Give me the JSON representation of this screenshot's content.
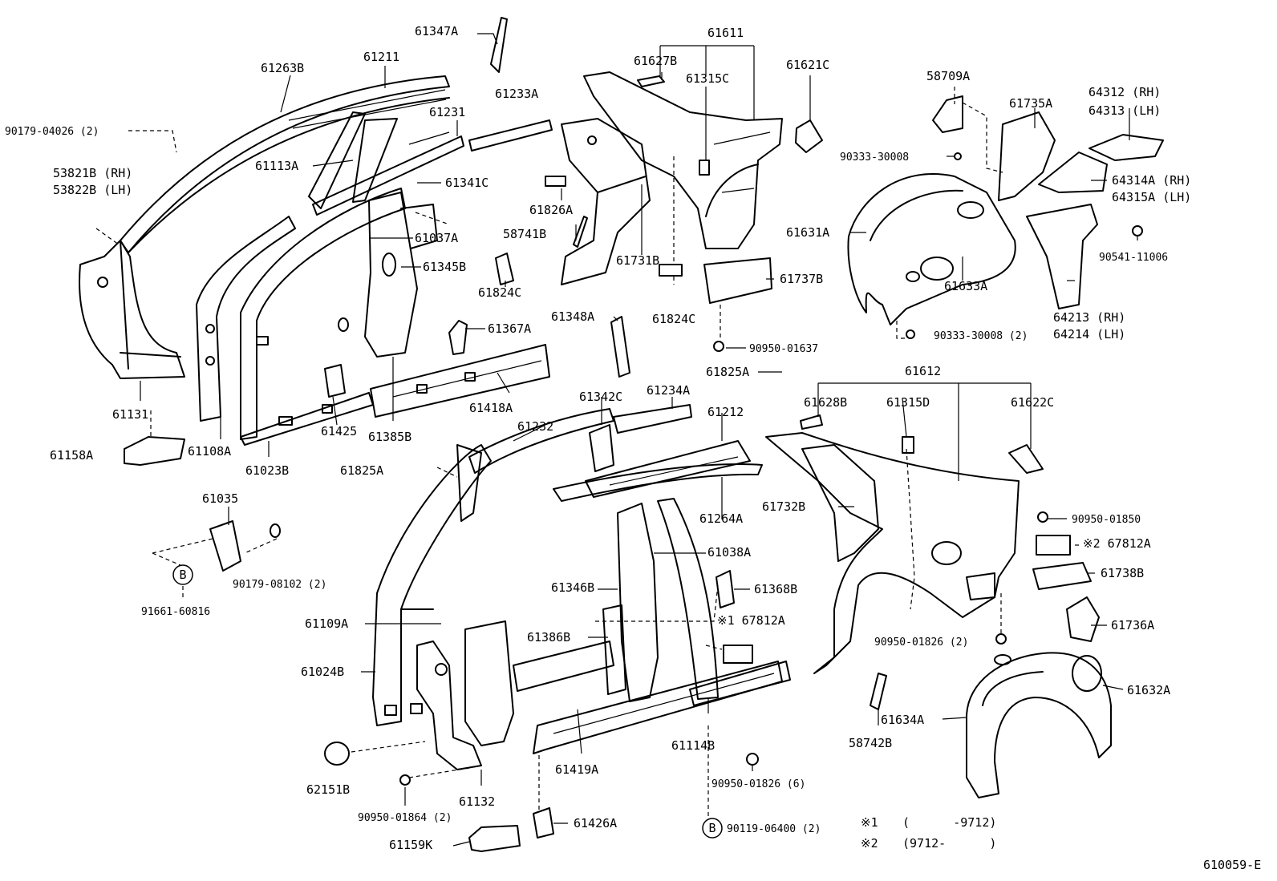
{
  "labels": [
    {
      "id": "l1",
      "text": "61347A"
    },
    {
      "id": "l2",
      "text": "61611"
    },
    {
      "id": "l3",
      "text": "61263B"
    },
    {
      "id": "l4",
      "text": "61211"
    },
    {
      "id": "l5",
      "text": "61627B"
    },
    {
      "id": "l6",
      "text": "61315C"
    },
    {
      "id": "l7",
      "text": "61621C"
    },
    {
      "id": "l8",
      "text": "58709A"
    },
    {
      "id": "l9",
      "text": "61735A"
    },
    {
      "id": "l10",
      "text": "64312 (RH)"
    },
    {
      "id": "l11",
      "text": "64313 (LH)"
    },
    {
      "id": "l12",
      "text": "90179-04026 (2)"
    },
    {
      "id": "l13",
      "text": "61231"
    },
    {
      "id": "l14",
      "text": "61233A"
    },
    {
      "id": "l15",
      "text": "90333-30008"
    },
    {
      "id": "l16",
      "text": "64314A (RH)"
    },
    {
      "id": "l17",
      "text": "64315A (LH)"
    },
    {
      "id": "l18",
      "text": "61113A"
    },
    {
      "id": "l19",
      "text": "61341C"
    },
    {
      "id": "l20",
      "text": "53821B (RH)"
    },
    {
      "id": "l21",
      "text": "53822B (LH)"
    },
    {
      "id": "l22",
      "text": "61826A"
    },
    {
      "id": "l23",
      "text": "61631A"
    },
    {
      "id": "l24",
      "text": "58741B"
    },
    {
      "id": "l25",
      "text": "61037A"
    },
    {
      "id": "l26",
      "text": "90541-11006"
    },
    {
      "id": "l27",
      "text": "61731B"
    },
    {
      "id": "l28",
      "text": "61345B"
    },
    {
      "id": "l29",
      "text": "61824C"
    },
    {
      "id": "l30",
      "text": "61737B"
    },
    {
      "id": "l31",
      "text": "61633A"
    },
    {
      "id": "l32",
      "text": "64213 (RH)"
    },
    {
      "id": "l33",
      "text": "64214 (LH)"
    },
    {
      "id": "l34",
      "text": "61348A"
    },
    {
      "id": "l35",
      "text": "61824C"
    },
    {
      "id": "l36",
      "text": "90333-30008 (2)"
    },
    {
      "id": "l37",
      "text": "61367A"
    },
    {
      "id": "l38",
      "text": "90950-01637"
    },
    {
      "id": "l39",
      "text": "61825A"
    },
    {
      "id": "l40",
      "text": "61612"
    },
    {
      "id": "l41",
      "text": "61131"
    },
    {
      "id": "l42",
      "text": "61418A"
    },
    {
      "id": "l43",
      "text": "61342C"
    },
    {
      "id": "l44",
      "text": "61234A"
    },
    {
      "id": "l45",
      "text": "61628B"
    },
    {
      "id": "l46",
      "text": "61315D"
    },
    {
      "id": "l47",
      "text": "61622C"
    },
    {
      "id": "l48",
      "text": "61158A"
    },
    {
      "id": "l49",
      "text": "61108A"
    },
    {
      "id": "l50",
      "text": "61425"
    },
    {
      "id": "l51",
      "text": "61385B"
    },
    {
      "id": "l52",
      "text": "61232"
    },
    {
      "id": "l53",
      "text": "61212"
    },
    {
      "id": "l54",
      "text": "61023B"
    },
    {
      "id": "l55",
      "text": "61825A"
    },
    {
      "id": "l56",
      "text": "61035"
    },
    {
      "id": "l57",
      "text": "61264A"
    },
    {
      "id": "l58",
      "text": "61732B"
    },
    {
      "id": "l59",
      "text": "90950-01850"
    },
    {
      "id": "l60",
      "text": "61038A"
    },
    {
      "id": "l61",
      "text": "※2 67812A"
    },
    {
      "id": "l62",
      "text": "90179-08102 (2)"
    },
    {
      "id": "l63",
      "text": "61346B"
    },
    {
      "id": "l64",
      "text": "61368B"
    },
    {
      "id": "l65",
      "text": "61738B"
    },
    {
      "id": "l66",
      "text": "91661-60816"
    },
    {
      "id": "l67",
      "text": "※1 67812A"
    },
    {
      "id": "l68",
      "text": "61109A"
    },
    {
      "id": "l69",
      "text": "61736A"
    },
    {
      "id": "l70",
      "text": "61386B"
    },
    {
      "id": "l71",
      "text": "90950-01826 (2)"
    },
    {
      "id": "l72",
      "text": "61024B"
    },
    {
      "id": "l73",
      "text": "61632A"
    },
    {
      "id": "l74",
      "text": "61634A"
    },
    {
      "id": "l75",
      "text": "61114B"
    },
    {
      "id": "l76",
      "text": "58742B"
    },
    {
      "id": "l77",
      "text": "62151B"
    },
    {
      "id": "l78",
      "text": "61419A"
    },
    {
      "id": "l79",
      "text": "90950-01826 (6)"
    },
    {
      "id": "l80",
      "text": "61132"
    },
    {
      "id": "l81",
      "text": "90950-01864 (2)"
    },
    {
      "id": "l82",
      "text": "61426A"
    },
    {
      "id": "l83",
      "text": "90119-06400 (2)"
    },
    {
      "id": "l84",
      "text": "61159K"
    },
    {
      "id": "l85",
      "text": "610059-E"
    }
  ],
  "callout_b": "B",
  "notes": {
    "note1_mark": "※1",
    "note1_range": "(      -9712)",
    "note2_mark": "※2",
    "note2_range": "(9712-      )"
  }
}
